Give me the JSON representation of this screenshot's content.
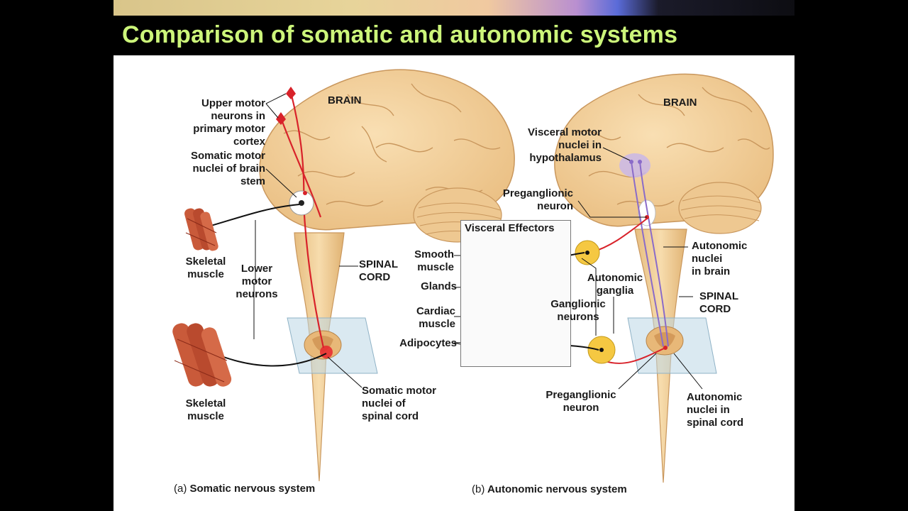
{
  "slide": {
    "title": "Comparison of somatic and autonomic systems"
  },
  "somatic": {
    "brain_label": "BRAIN",
    "upper_motor": "Upper motor\nneurons in\nprimary motor\ncortex",
    "somatic_nuclei_brainstem": "Somatic motor\nnuclei of brain\nstem",
    "skeletal_muscle_1": "Skeletal\nmuscle",
    "lower_motor": "Lower\nmotor\nneurons",
    "spinal_cord": "SPINAL\nCORD",
    "skeletal_muscle_2": "Skeletal\nmuscle",
    "somatic_nuclei_spinal": "Somatic motor\nnuclei of\nspinal cord",
    "caption_letter": "(a)",
    "caption": "Somatic nervous system"
  },
  "autonomic": {
    "brain_label": "BRAIN",
    "visceral_motor": "Visceral motor\nnuclei in\nhypothalamus",
    "preganglionic_top": "Preganglionic\nneuron",
    "visceral_effectors_title": "Visceral Effectors",
    "smooth_muscle": "Smooth\nmuscle",
    "glands": "Glands",
    "cardiac_muscle": "Cardiac\nmuscle",
    "adipocytes": "Adipocytes",
    "autonomic_ganglia": "Autonomic\nganglia",
    "ganglionic_neurons": "Ganglionic\nneurons",
    "autonomic_nuclei_brain": "Autonomic\nnuclei\nin brain",
    "spinal_cord": "SPINAL\nCORD",
    "preganglionic_bottom": "Preganglionic\nneuron",
    "autonomic_nuclei_spinal": "Autonomic\nnuclei in\nspinal cord",
    "caption_letter": "(b)",
    "caption": "Autonomic nervous system"
  },
  "colors": {
    "title": "#ccf57a",
    "brain": "#f2cf9a",
    "brain_stroke": "#c9975d",
    "neuron_red": "#d8222a",
    "neuron_purple": "#8a6bc9",
    "muscle": "#c95a3a",
    "ganglion": "#f5c842"
  }
}
